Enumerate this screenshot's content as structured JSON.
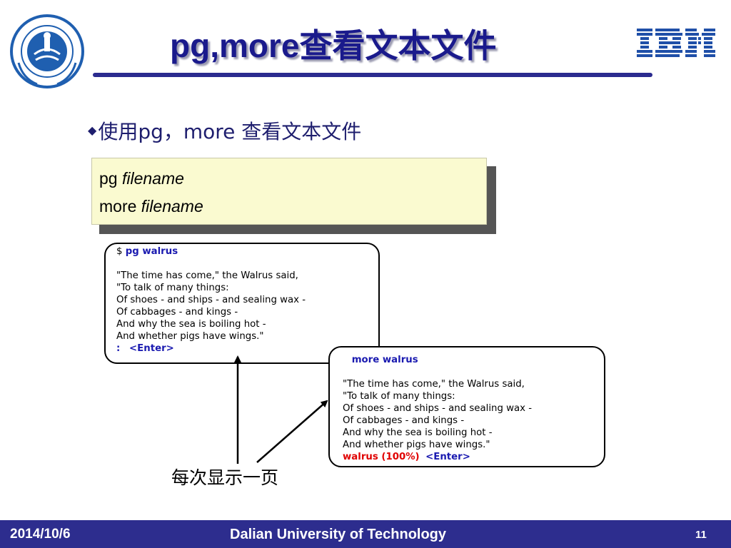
{
  "header": {
    "title": "pg,more查看文本文件"
  },
  "bullet": {
    "marker": "◆",
    "text": "使用pg，more 查看文本文件"
  },
  "syntax_box": {
    "line1_cmd": "pg",
    "line1_arg": "filename",
    "line2_cmd": "more",
    "line2_arg": "filename"
  },
  "pg_terminal": {
    "prompt": "$",
    "command": "pg walrus",
    "lines": [
      "\"The time has come,\" the Walrus said,",
      "\"To talk of many things:",
      "Of shoes - and ships - and sealing wax -",
      "Of cabbages - and kings -",
      "And why the sea is boiling hot -",
      "And whether pigs have wings.\""
    ],
    "status_prompt": ":",
    "status_key": "<Enter>"
  },
  "more_terminal": {
    "command": "more walrus",
    "lines": [
      "\"The time has come,\" the Walrus said,",
      "\"To talk of many things:",
      "Of shoes - and ships - and sealing wax -",
      "Of cabbages - and kings -",
      "And why the sea is boiling hot -",
      "And whether pigs have wings.\""
    ],
    "status_progress": "walrus (100%)",
    "status_key": "<Enter>"
  },
  "caption": "每次显示一页",
  "footer": {
    "date": "2014/10/6",
    "institution": "Dalian University of Technology",
    "page_number": "11"
  },
  "colors": {
    "title": "#1a1a8c",
    "footer_bg": "#2d2d8e",
    "command_highlight": "#1a1ab0",
    "status_red": "#e00000",
    "syntax_box_bg": "#fafad0",
    "ibm_blue": "#1f4fa8"
  },
  "icons": {
    "university_logo": "dalian-university-seal",
    "company_logo": "ibm-logo"
  }
}
